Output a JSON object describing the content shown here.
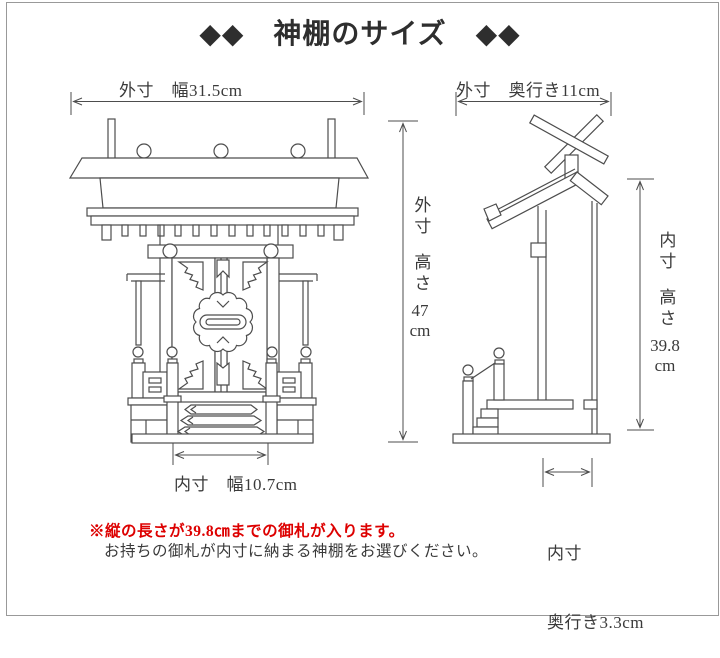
{
  "title": "◆◆　神棚のサイズ　◆◆",
  "front_view": {
    "outer_width_label": "外寸　幅31.5cm",
    "inner_width_label": "内寸　幅10.7cm",
    "outer_height": {
      "part1": "外寸",
      "part2": "高さ",
      "value": "47",
      "unit": "cm"
    }
  },
  "side_view": {
    "outer_depth_label": "外寸　奥行き11cm",
    "inner_height": {
      "part1": "内寸",
      "part2": "高さ",
      "value": "39.8",
      "unit": "cm"
    },
    "inner_depth": {
      "line1": "内寸",
      "line2": "奥行き3.3cm"
    }
  },
  "notes": {
    "warning": "※縦の長さが39.8㎝までの御札が入ります。",
    "instruction": "お持ちの御札が内寸に納まる神棚をお選びください。"
  },
  "colors": {
    "line": "#4d4d4d",
    "text": "#3a3a3a",
    "warning_red": "#dd0000",
    "border": "#999999"
  }
}
